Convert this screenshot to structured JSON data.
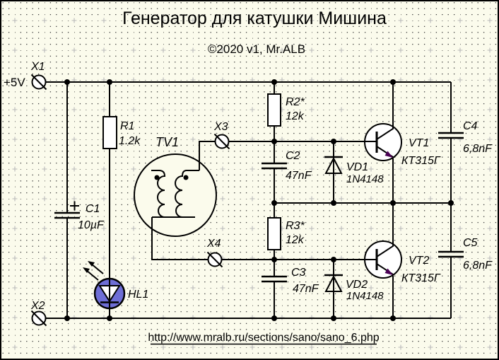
{
  "header": {
    "title": "Генератор для катушки Мишина",
    "subtitle": "©2020 v1, Mr.ALB"
  },
  "power": {
    "supply_label": "+5V"
  },
  "terminals": {
    "x1": {
      "label": "X1"
    },
    "x2": {
      "label": "X2"
    },
    "x3": {
      "label": "X3"
    },
    "x4": {
      "label": "X4"
    }
  },
  "components": {
    "r1": {
      "ref": "R1",
      "value": "1.2k"
    },
    "r2": {
      "ref": "R2*",
      "value": "12k"
    },
    "r3": {
      "ref": "R3*",
      "value": "12k"
    },
    "c1": {
      "ref": "C1",
      "value": "10µF",
      "polarity": "+"
    },
    "c2": {
      "ref": "C2",
      "value": "47nF"
    },
    "c3": {
      "ref": "C3",
      "value": "47nF"
    },
    "c4": {
      "ref": "C4",
      "value": "6,8nF"
    },
    "c5": {
      "ref": "C5",
      "value": "6,8nF"
    },
    "vd1": {
      "ref": "VD1",
      "value": "1N4148"
    },
    "vd2": {
      "ref": "VD2",
      "value": "1N4148"
    },
    "vt1": {
      "ref": "VT1",
      "value": "КТ315Г"
    },
    "vt2": {
      "ref": "VT2",
      "value": "КТ315Г"
    },
    "tv1": {
      "ref": "TV1"
    },
    "hl1": {
      "ref": "HL1"
    }
  },
  "footer": {
    "url": "http://www.mralb.ru/sections/sano/sano_6.php"
  },
  "colors": {
    "background": "#FBFBEC",
    "wire": "#000000",
    "led_fill": "#6E6ED6",
    "emitter_arrow": "#4B0055",
    "component_fill": "#FFFFFF"
  }
}
